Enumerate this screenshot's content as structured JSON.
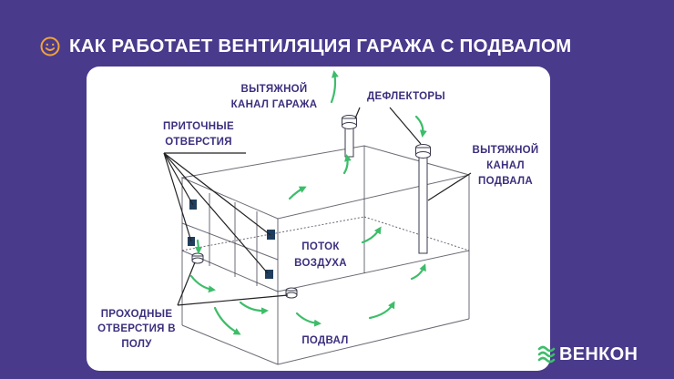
{
  "title": "КАК РАБОТАЕТ ВЕНТИЛЯЦИЯ ГАРАЖА С ПОДВАЛОМ",
  "labels": {
    "garage_exhaust_1": "ВЫТЯЖНОЙ",
    "garage_exhaust_2": "КАНАЛ ГАРАЖА",
    "deflectors": "ДЕФЛЕКТОРЫ",
    "basement_exhaust_1": "ВЫТЯЖНОЙ",
    "basement_exhaust_2": "КАНАЛ",
    "basement_exhaust_3": "ПОДВАЛА",
    "supply_1": "ПРИТОЧНЫЕ",
    "supply_2": "ОТВЕРСТИЯ",
    "airflow_1": "ПОТОК",
    "airflow_2": "ВОЗДУХА",
    "floor_1": "ПРОХОДНЫЕ",
    "floor_2": "ОТВЕРСТИЯ В",
    "floor_3": "ПОЛУ",
    "basement": "ПОДВАЛ"
  },
  "brand": "ВЕНКОН",
  "colors": {
    "background": "#4a3a8c",
    "label": "#3b2f7e",
    "arrow": "#3dbd6a",
    "vent": "#1f3d5e",
    "smiley": "#f2a33a",
    "brand_icon": "#3dbd6a"
  },
  "icons": [
    "smiley-icon",
    "brand-waves-icon"
  ]
}
